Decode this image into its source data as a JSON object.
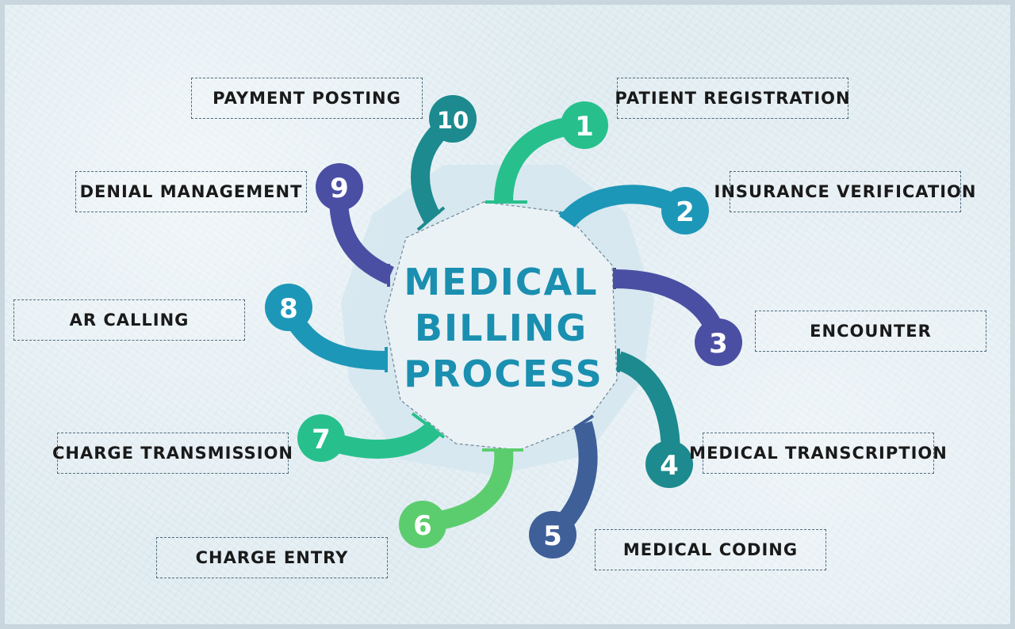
{
  "diagram": {
    "title_lines": [
      "MEDICAL",
      "BILLING",
      "PROCESS"
    ],
    "colors": {
      "teal_dark": "#1c8a8e",
      "green": "#27c08c",
      "blue": "#1d97b8",
      "purple": "#4b4fa3",
      "slate": "#3f5f99",
      "lime": "#5ccd6e",
      "title": "#1a8fb0",
      "hub": "#d5e6ef"
    },
    "steps": [
      {
        "number": "1",
        "label": "PATIENT REGISTRATION",
        "color": "#27c08c"
      },
      {
        "number": "2",
        "label": "INSURANCE VERIFICATION",
        "color": "#1d97b8"
      },
      {
        "number": "3",
        "label": "ENCOUNTER",
        "color": "#4b4fa3"
      },
      {
        "number": "4",
        "label": "MEDICAL TRANSCRIPTION",
        "color": "#1c8a8e"
      },
      {
        "number": "5",
        "label": "MEDICAL CODING",
        "color": "#3f5f99"
      },
      {
        "number": "6",
        "label": "CHARGE ENTRY",
        "color": "#5ccd6e"
      },
      {
        "number": "7",
        "label": "CHARGE TRANSMISSION",
        "color": "#27c08c"
      },
      {
        "number": "8",
        "label": "AR CALLING",
        "color": "#1d97b8"
      },
      {
        "number": "9",
        "label": "DENIAL MANAGEMENT",
        "color": "#4b4fa3"
      },
      {
        "number": "10",
        "label": "PAYMENT POSTING",
        "color": "#1c8a8e"
      }
    ]
  }
}
